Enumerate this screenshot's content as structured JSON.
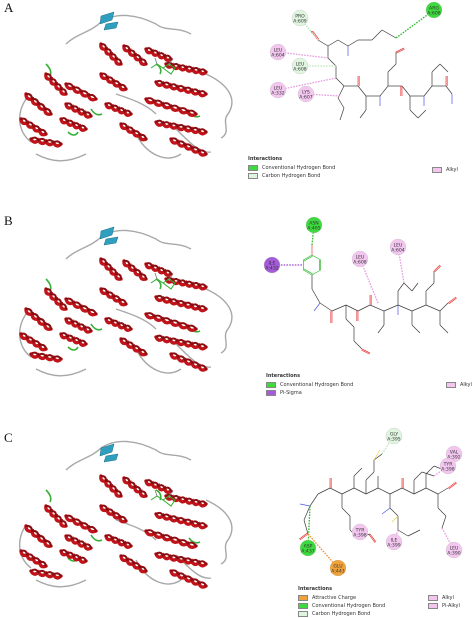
{
  "panels": [
    {
      "letter": "A",
      "residues": [
        {
          "name": "ARG",
          "num": "A:608",
          "kind": "hbond"
        },
        {
          "name": "PRO",
          "num": "A:609",
          "kind": "chbond"
        },
        {
          "name": "LEU",
          "num": "A:604",
          "kind": "alkyl"
        },
        {
          "name": "LEU",
          "num": "A:608",
          "kind": "chbond"
        },
        {
          "name": "LEU",
          "num": "A:332",
          "kind": "alkyl"
        },
        {
          "name": "LYS",
          "num": "A:607",
          "kind": "alkyl"
        }
      ],
      "legend_title": "Interactions",
      "legend": [
        "Conventional Hydrogen Bond",
        "Carbon Hydrogen Bond"
      ],
      "legend_right": [
        "Alkyl"
      ]
    },
    {
      "letter": "B",
      "residues": [
        {
          "name": "ASN",
          "num": "A:465",
          "kind": "hbond"
        },
        {
          "name": "ILE",
          "num": "A:432",
          "kind": "pisigma"
        },
        {
          "name": "LEU",
          "num": "A:608",
          "kind": "alkyl"
        },
        {
          "name": "LEU",
          "num": "A:604",
          "kind": "alkyl"
        }
      ],
      "legend_title": "Interactions",
      "legend": [
        "Conventional Hydrogen Bond",
        "Pi-Sigma"
      ],
      "legend_right": [
        "Alkyl"
      ]
    },
    {
      "letter": "C",
      "residues": [
        {
          "name": "GLY",
          "num": "A:395",
          "kind": "chbond"
        },
        {
          "name": "VAL",
          "num": "A:392",
          "kind": "alkyl"
        },
        {
          "name": "TYR",
          "num": "A:398",
          "kind": "alkyl"
        },
        {
          "name": "TYR",
          "num": "A:398",
          "kind": "alkyl"
        },
        {
          "name": "ILE",
          "num": "A:399",
          "kind": "alkyl"
        },
        {
          "name": "ASP",
          "num": "A:437",
          "kind": "hbond"
        },
        {
          "name": "GLU",
          "num": "A:443",
          "kind": "charge"
        },
        {
          "name": "LEU",
          "num": "A:390",
          "kind": "alkyl"
        }
      ],
      "legend_title": "Interactions",
      "legend": [
        "Attractive Charge",
        "Conventional Hydrogen Bond",
        "Carbon Hydrogen Bond"
      ],
      "legend_right": [
        "Alkyl",
        "Pi-Alkyl"
      ]
    }
  ],
  "colors": {
    "helix": "#c0141a",
    "sheet": "#2f9fbf",
    "coil": "#a8a8a8",
    "turn": "#38b038",
    "hbond": "#3ed93e",
    "chbond": "#dff5df",
    "alkyl": "#f2c6ef",
    "pisigma": "#a45bd8",
    "charge": "#f0a23a",
    "bond": "#3c3c3c",
    "oxygen": "#e83a3a",
    "nitrogen": "#4a58e0",
    "carbon_hl": "#33cc33"
  }
}
